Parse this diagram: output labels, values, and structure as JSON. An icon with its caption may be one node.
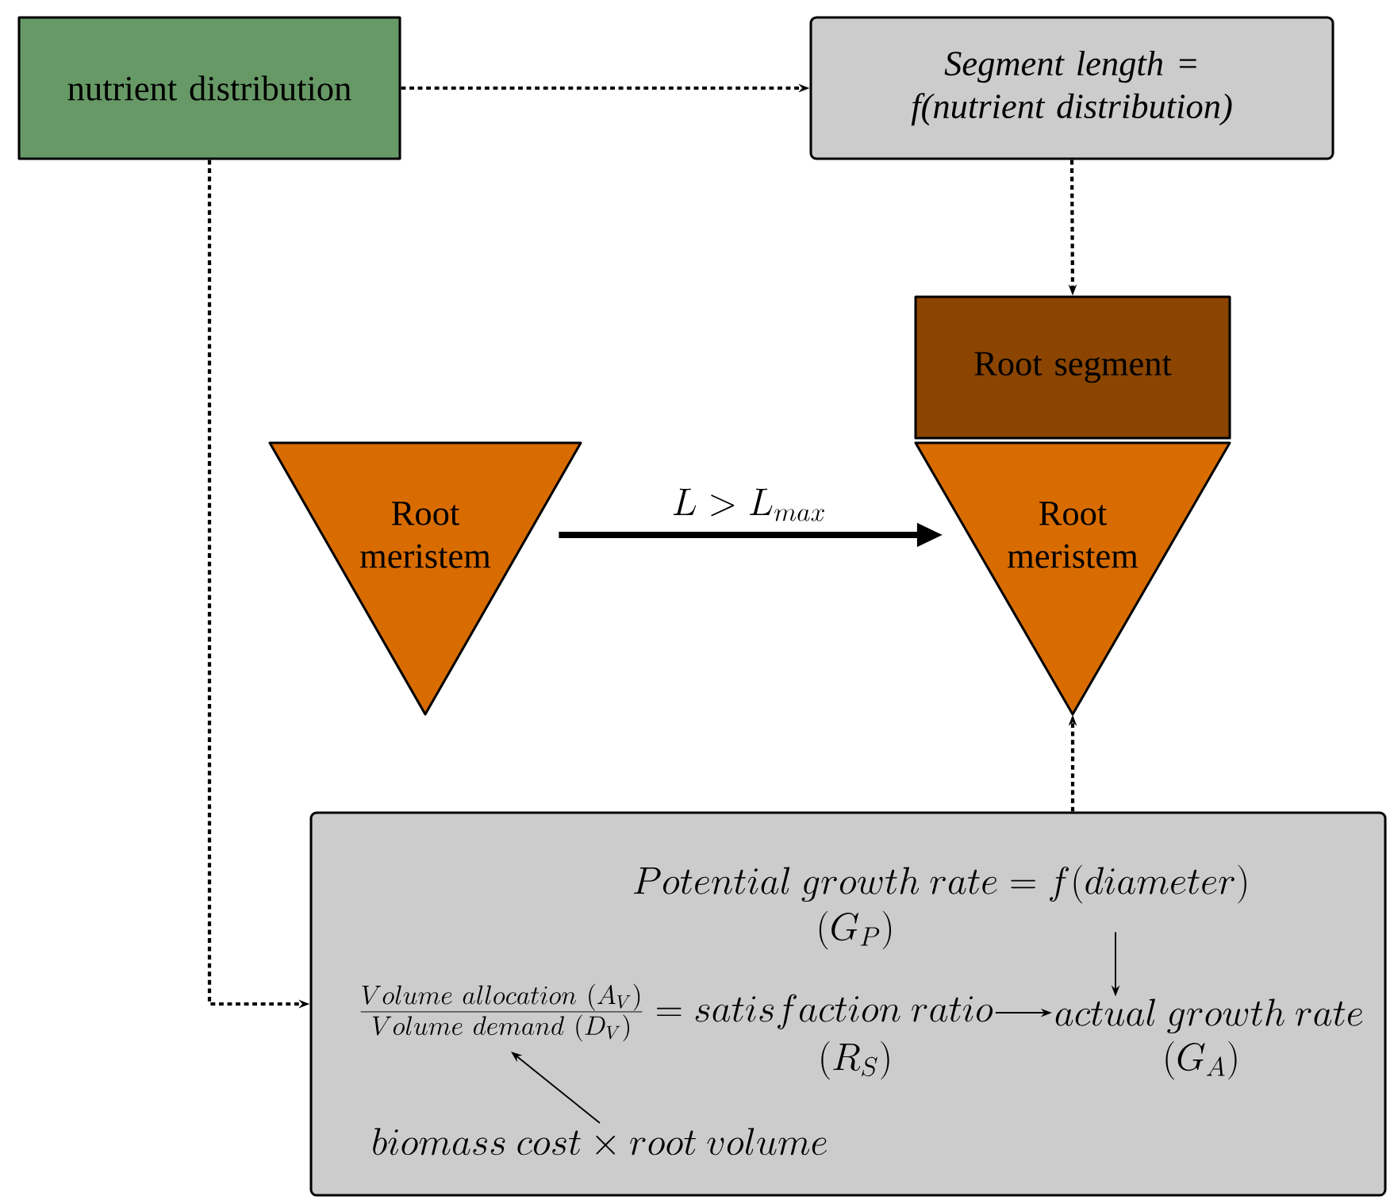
{
  "diagram": {
    "nodes": [
      {
        "text": [
          "nutrient distribution"
        ]
      },
      {
        "text": [
          "Segment length = f(nutrient distribution)"
        ]
      },
      {
        "text": [
          "Root segment"
        ]
      },
      {
        "text": [
          "Root meristem"
        ]
      },
      {
        "text": [
          "Root meristem"
        ]
      },
      {
        "text": [],
        "shape": "box"
      },
      {
        "text": [
          "Potential\\ growth\\ rate = f(diameter)",
          "(G_P)"
        ],
        "in": 5
      },
      {
        "text": [
          "\\frac{Volume\\ allocation\\ (A_V)}{Volume\\ demand\\ (D_V)} = satisfaction\\ ratio",
          "(R_S)"
        ],
        "in": 5
      },
      {
        "text": [
          "actual\\ growth\\ rate",
          "(G_A)"
        ],
        "in": 5
      },
      {
        "text": [
          "biomass\\ cost \\times root\\ volume"
        ],
        "in": 5
      }
    ],
    "edges": [
      {
        "from": 0,
        "to": 1,
        "arrow": "to",
        "style": "dashed"
      },
      {
        "from": 1,
        "to": 2,
        "arrow": "to",
        "style": "dashed"
      },
      {
        "from": 0,
        "to": 5,
        "arrow": "to",
        "style": "dashed"
      },
      {
        "from": 5,
        "to": 4,
        "arrow": "to",
        "style": "dashed"
      },
      {
        "from": 3,
        "to": 4,
        "arrow": "to",
        "style": "thick",
        "label": "L > L_{max}"
      },
      {
        "from": 6,
        "to": 8,
        "arrow": "to"
      },
      {
        "from": 7,
        "to": 8,
        "arrow": "to"
      },
      {
        "from": 9,
        "to": 7,
        "arrow": "to"
      }
    ]
  }
}
